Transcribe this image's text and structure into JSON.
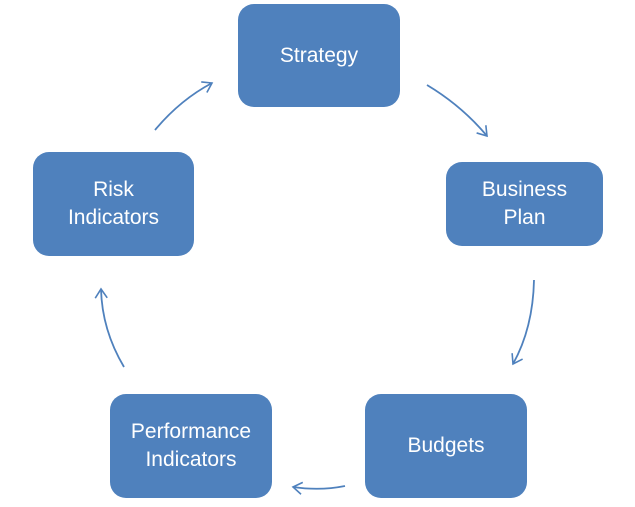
{
  "diagram": {
    "type": "cycle",
    "colors": {
      "node_fill": "#4F81BD",
      "node_text": "#FFFFFF",
      "arrow": "#4F81BD"
    },
    "nodes": [
      {
        "id": "strategy",
        "lines": [
          "Strategy"
        ]
      },
      {
        "id": "business-plan",
        "lines": [
          "Business",
          "Plan"
        ]
      },
      {
        "id": "budgets",
        "lines": [
          "Budgets"
        ]
      },
      {
        "id": "performance-indicators",
        "lines": [
          "Performance",
          "Indicators"
        ]
      },
      {
        "id": "risk-indicators",
        "lines": [
          "Risk",
          "Indicators"
        ]
      }
    ],
    "edges": [
      {
        "from": "strategy",
        "to": "business-plan"
      },
      {
        "from": "business-plan",
        "to": "budgets"
      },
      {
        "from": "budgets",
        "to": "performance-indicators"
      },
      {
        "from": "performance-indicators",
        "to": "risk-indicators"
      },
      {
        "from": "risk-indicators",
        "to": "strategy"
      }
    ]
  }
}
